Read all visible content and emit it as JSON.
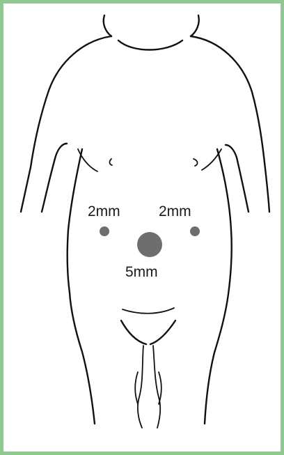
{
  "ports": [
    {
      "id": "left",
      "label": "2mm",
      "color": "#6e6e6e"
    },
    {
      "id": "right",
      "label": "2mm",
      "color": "#6e6e6e"
    },
    {
      "id": "umbilical",
      "label": "5mm",
      "color": "#6e6e6e"
    }
  ],
  "colors": {
    "frame": "#8fc98f",
    "outline": "#111111",
    "port": "#6e6e6e"
  }
}
